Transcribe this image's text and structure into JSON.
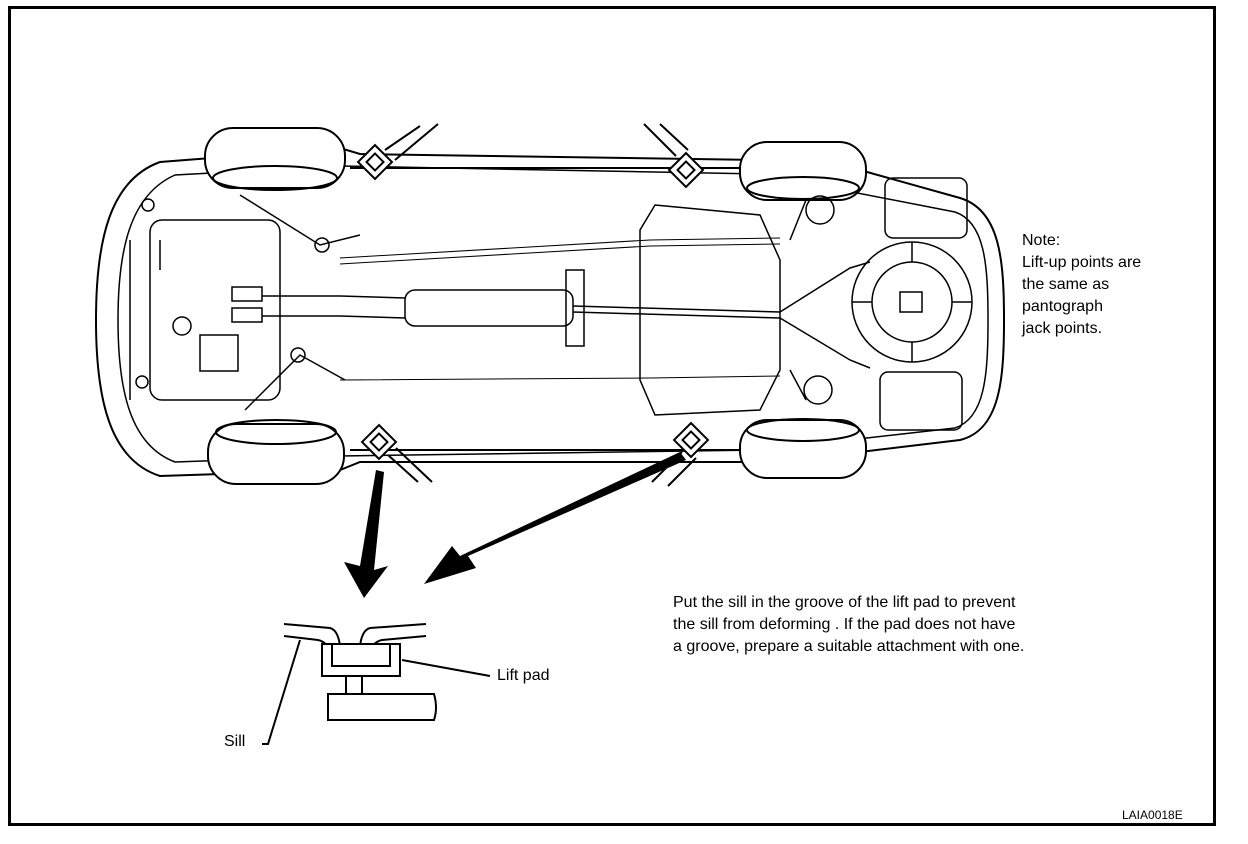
{
  "note": {
    "heading": "Note:",
    "lines": [
      "Lift-up points are",
      "the same as",
      "pantograph",
      "jack points."
    ]
  },
  "instruction": {
    "lines": [
      "Put the sill in the groove of the lift pad to prevent",
      "the sill from deforming . If the pad does not have",
      "a groove, prepare a suitable attachment with one."
    ]
  },
  "labels": {
    "lift_pad": "Lift pad",
    "sill": "Sill"
  },
  "figure_code": "LAIA0018E"
}
